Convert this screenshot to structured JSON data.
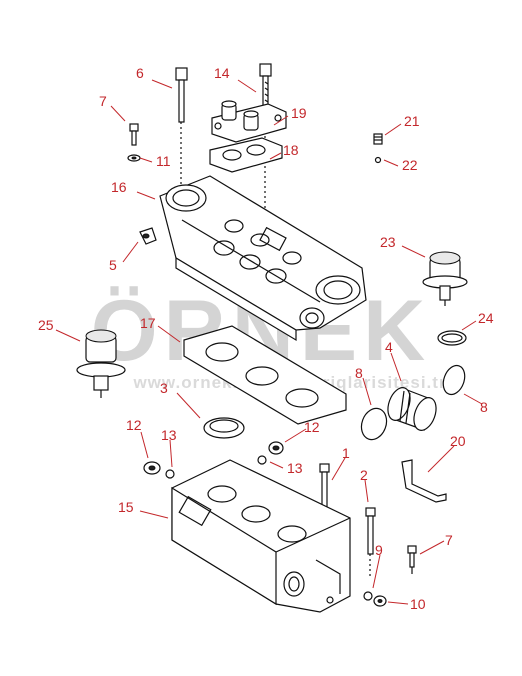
{
  "watermark": {
    "brand": "ÖRNEK",
    "url": "www.ornekiskelelavariqlarisitesi.tr"
  },
  "callouts": [
    {
      "id": "c6",
      "label": "6"
    },
    {
      "id": "c14",
      "label": "14"
    },
    {
      "id": "c7a",
      "label": "7"
    },
    {
      "id": "c19",
      "label": "19"
    },
    {
      "id": "c21",
      "label": "21"
    },
    {
      "id": "c11",
      "label": "11"
    },
    {
      "id": "c18",
      "label": "18"
    },
    {
      "id": "c22",
      "label": "22"
    },
    {
      "id": "c16",
      "label": "16"
    },
    {
      "id": "c23",
      "label": "23"
    },
    {
      "id": "c5",
      "label": "5"
    },
    {
      "id": "c24",
      "label": "24"
    },
    {
      "id": "c25",
      "label": "25"
    },
    {
      "id": "c17",
      "label": "17"
    },
    {
      "id": "c4",
      "label": "4"
    },
    {
      "id": "c8a",
      "label": "8"
    },
    {
      "id": "c3",
      "label": "3"
    },
    {
      "id": "c8b",
      "label": "8"
    },
    {
      "id": "c12a",
      "label": "12"
    },
    {
      "id": "c13a",
      "label": "13"
    },
    {
      "id": "c12b",
      "label": "12"
    },
    {
      "id": "c1",
      "label": "1"
    },
    {
      "id": "c13b",
      "label": "13"
    },
    {
      "id": "c20",
      "label": "20"
    },
    {
      "id": "c2",
      "label": "2"
    },
    {
      "id": "c15",
      "label": "15"
    },
    {
      "id": "c9",
      "label": "9"
    },
    {
      "id": "c7b",
      "label": "7"
    },
    {
      "id": "c10",
      "label": "10"
    }
  ]
}
